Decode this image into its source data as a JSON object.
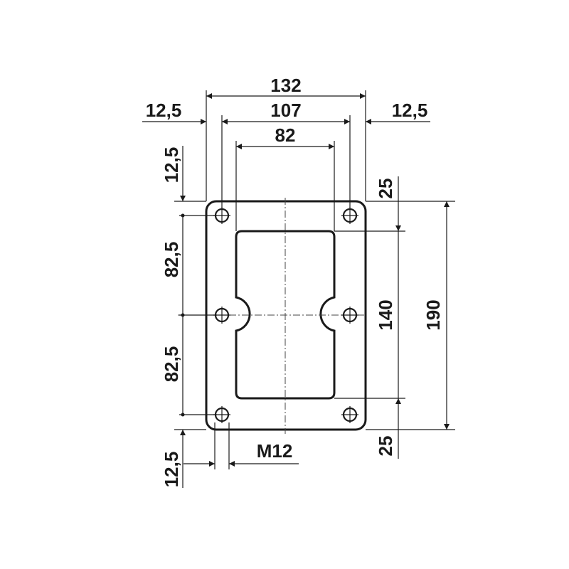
{
  "dimensions": {
    "overall_width": "132",
    "hole_spacing_width": "107",
    "opening_width": "82",
    "edge_left": "12,5",
    "edge_right": "12,5",
    "edge_top": "12,5",
    "edge_bottom": "12,5",
    "hole_pitch_upper": "82,5",
    "hole_pitch_lower": "82,5",
    "offset_top": "25",
    "offset_bottom": "25",
    "opening_height": "140",
    "overall_height": "190",
    "thread": "M12"
  }
}
